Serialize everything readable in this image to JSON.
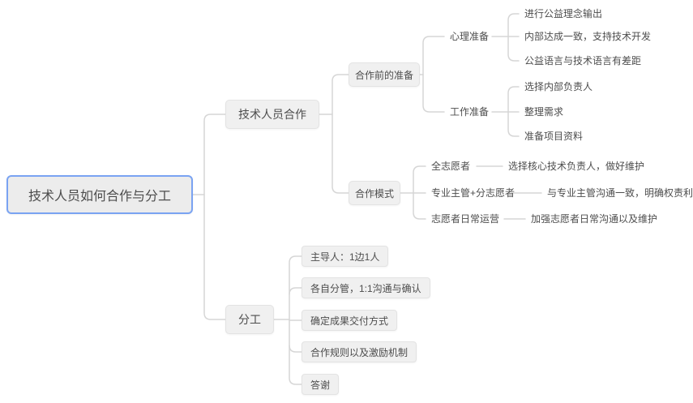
{
  "colors": {
    "background": "#ffffff",
    "connector": "#d6d6d6",
    "node_fill": "#f0f0f0",
    "node_border": "#e3e3e3",
    "root_selected_border": "#7aa3f2",
    "text": "#4d4d4d"
  },
  "mindmap": {
    "root": {
      "label": "技术人员如何合作与分工"
    },
    "branch_cooperation": {
      "label": "技术人员合作",
      "prep": {
        "label": "合作前的准备",
        "mental": {
          "label": "心理准备",
          "items": [
            "进行公益理念输出",
            "内部达成一致，支持技术开发",
            "公益语言与技术语言有差距"
          ]
        },
        "work": {
          "label": "工作准备",
          "items": [
            "选择内部负责人",
            "整理需求",
            "准备项目资料"
          ]
        }
      },
      "mode": {
        "label": "合作模式",
        "items": [
          {
            "label": "全志愿者",
            "detail": "选择核心技术负责人，做好维护"
          },
          {
            "label": "专业主管+分志愿者",
            "detail": "与专业主管沟通一致，明确权责利"
          },
          {
            "label": "志愿者日常运营",
            "detail": "加强志愿者日常沟通以及维护"
          }
        ]
      }
    },
    "branch_division": {
      "label": "分工",
      "items": [
        "主导人：1边1人",
        "各自分管，1:1沟通与确认",
        "确定成果交付方式",
        "合作规则以及激励机制",
        "答谢"
      ]
    }
  }
}
